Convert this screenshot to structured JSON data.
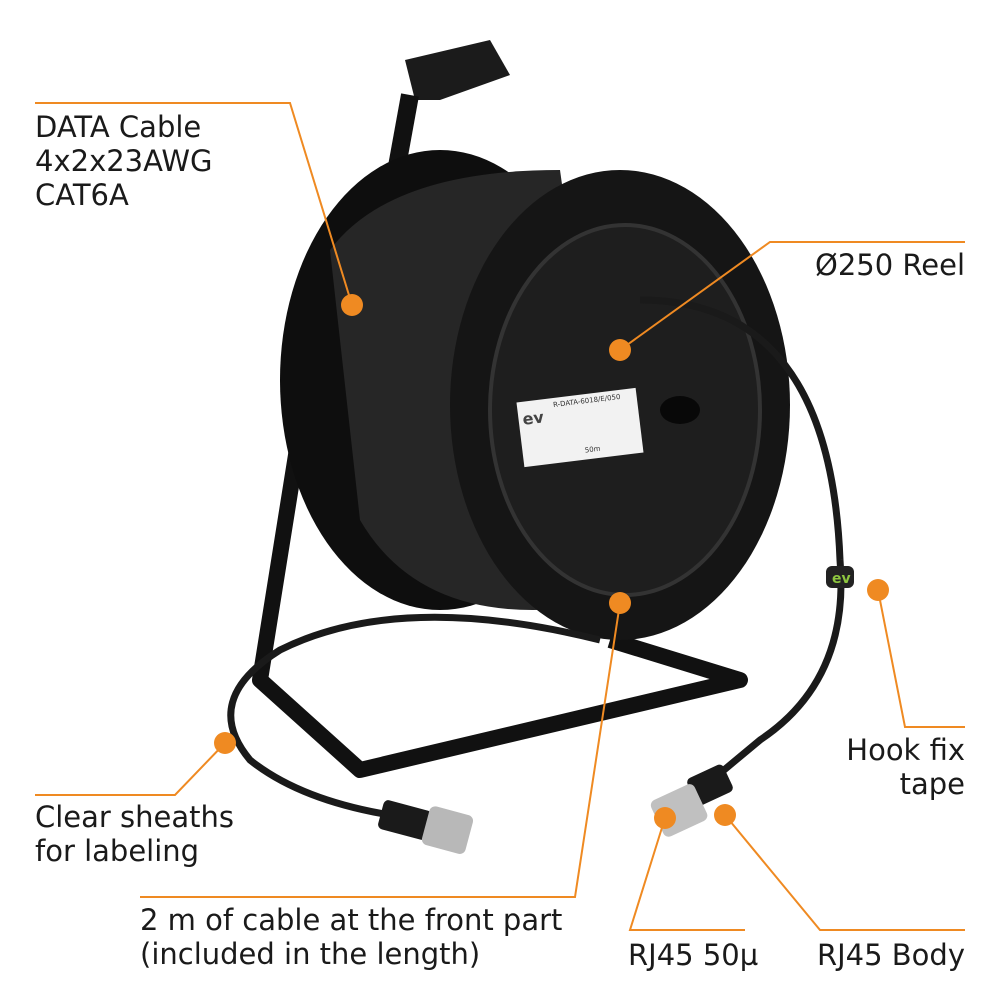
{
  "callouts": {
    "data_cable": [
      "DATA Cable",
      "4x2x23AWG",
      "CAT6A"
    ],
    "reel": "Ø250 Reel",
    "hook": [
      "Hook fix",
      "tape"
    ],
    "sheaths": [
      "Clear sheaths",
      "for labeling"
    ],
    "front_cable": [
      "2 m of cable at the front part",
      "(included in the length)"
    ],
    "rj45_50": "RJ45 50µ",
    "rj45_body": "RJ45 Body"
  },
  "product_label": {
    "brand": "ev",
    "code": "R-DATA-6018/E/050",
    "length": "50m"
  },
  "colors": {
    "accent": "#ef8a22",
    "reel": "#141414"
  }
}
